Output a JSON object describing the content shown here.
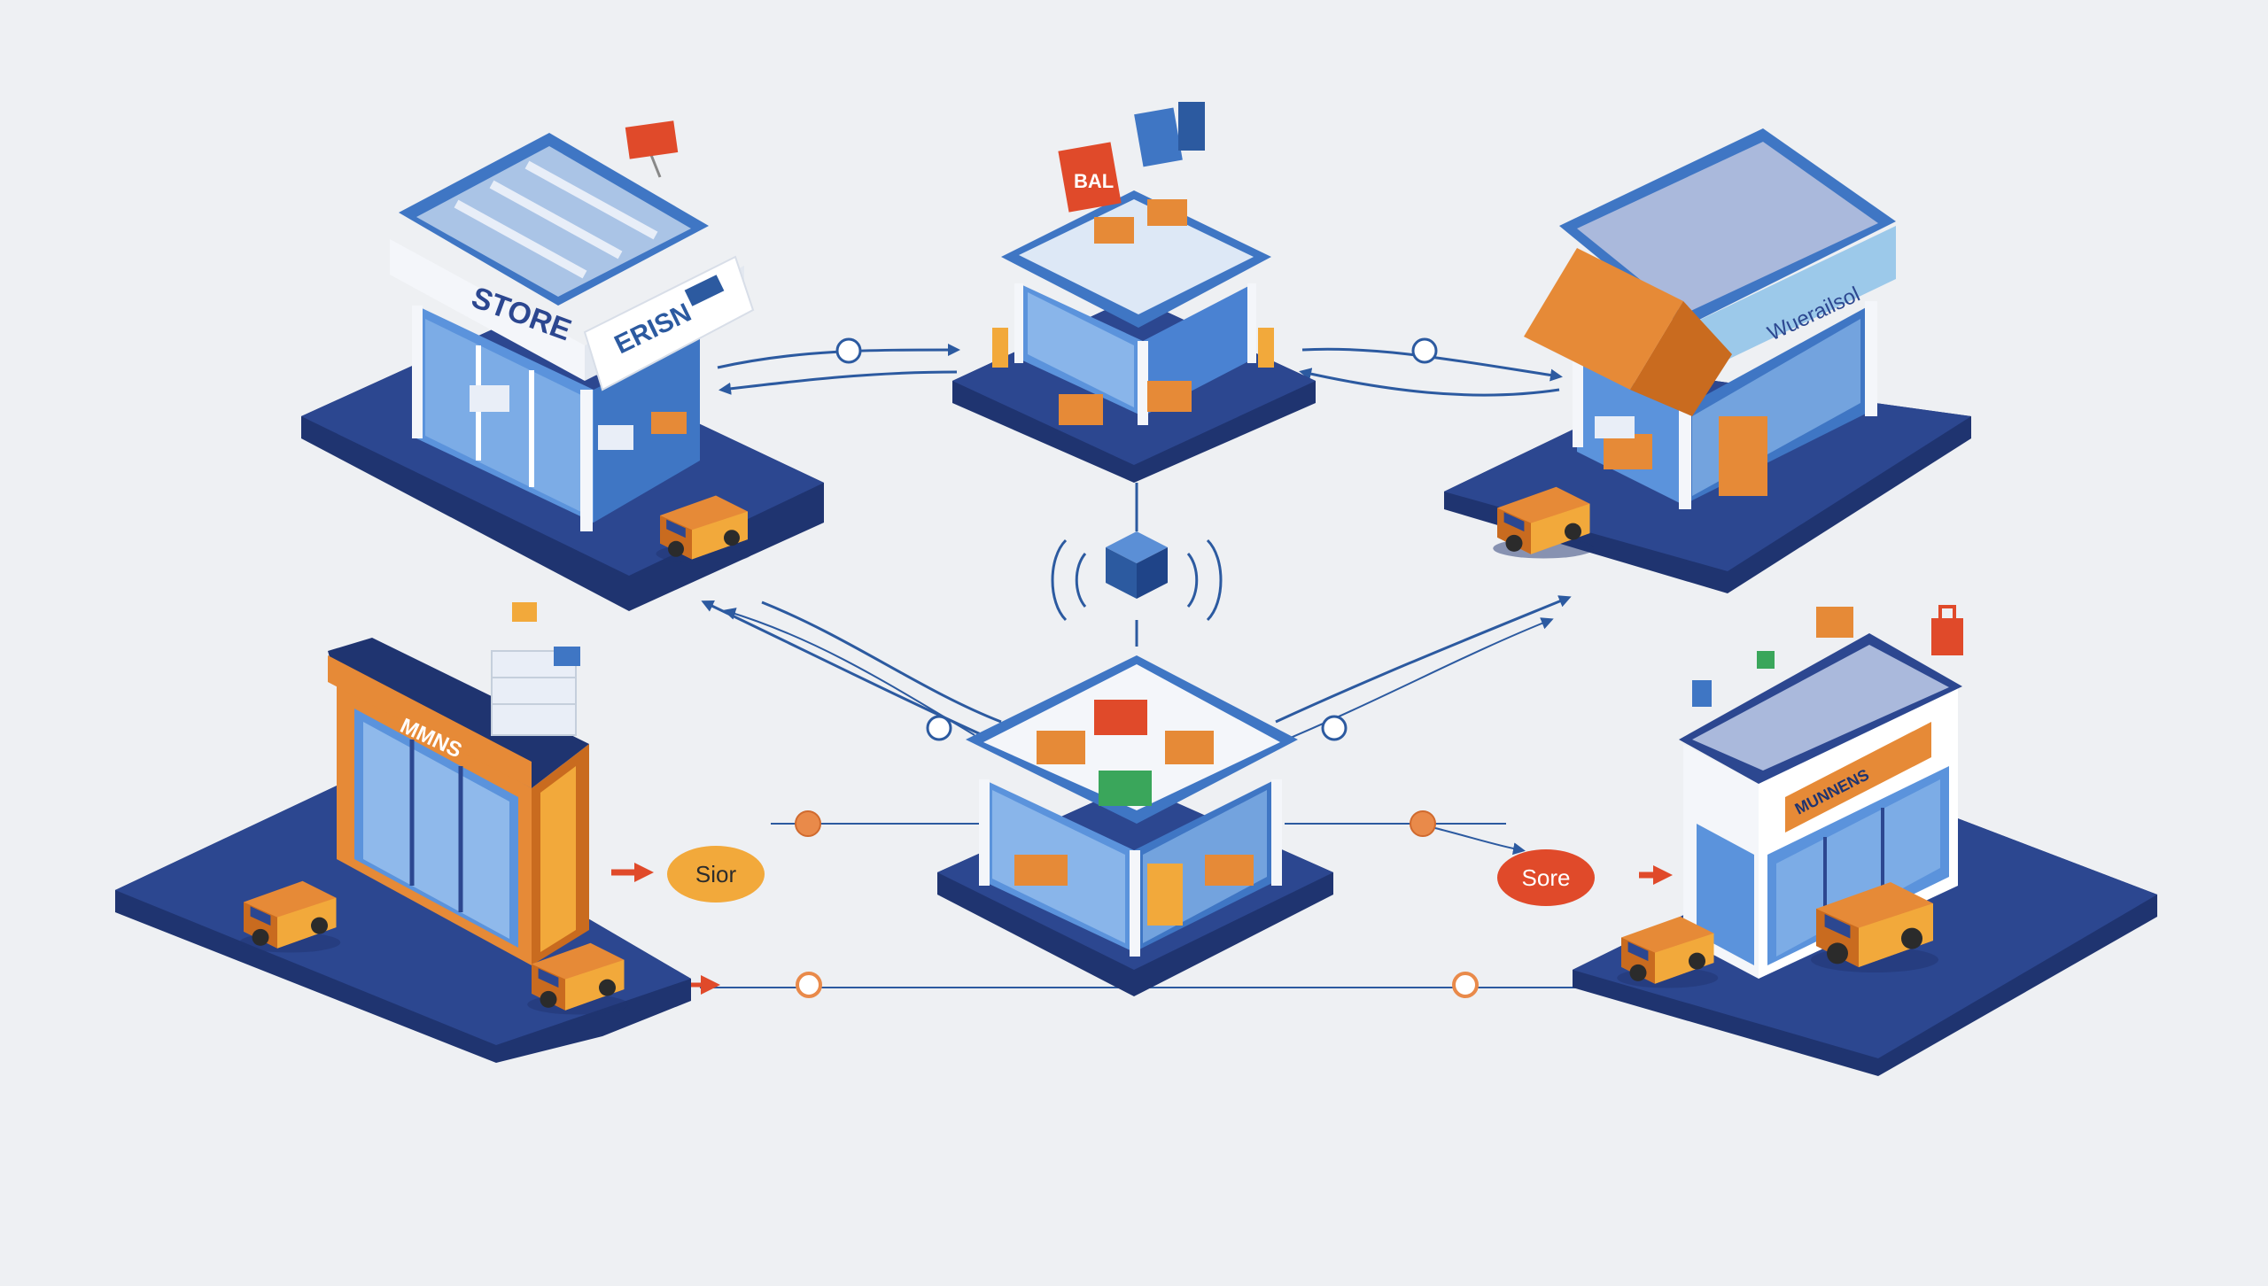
{
  "colors": {
    "background": "#eef0f3",
    "platform_blue": "#2c4790",
    "platform_edge": "#1f3470",
    "roof_blue": "#3f76c4",
    "glass": "#5b93dc",
    "glass_light": "#9cc3ef",
    "orange": "#e68a37",
    "orange_dark": "#c96b1f",
    "red": "#e04a2a",
    "yellow": "#f2a93b",
    "green": "#3aa65b",
    "connector": "#2c5aa0",
    "node_orange": "#e98a4a"
  },
  "stores": {
    "top_left": {
      "facade_label": "STORE",
      "sign_label": "ERISN"
    },
    "top_center": {
      "sign_label": "BAL"
    },
    "top_right": {
      "facade_label": "Wuerailsol"
    },
    "bottom_left": {
      "facade_label": "MMNS"
    },
    "center_hub": {},
    "bottom_right": {
      "facade_label": "MUNNENS"
    }
  },
  "badges": {
    "left": {
      "label": "Sior"
    },
    "right": {
      "label": "Sore"
    }
  },
  "icons": {
    "hub": "inventory-cube-icon",
    "vehicle": "delivery-truck-icon"
  }
}
